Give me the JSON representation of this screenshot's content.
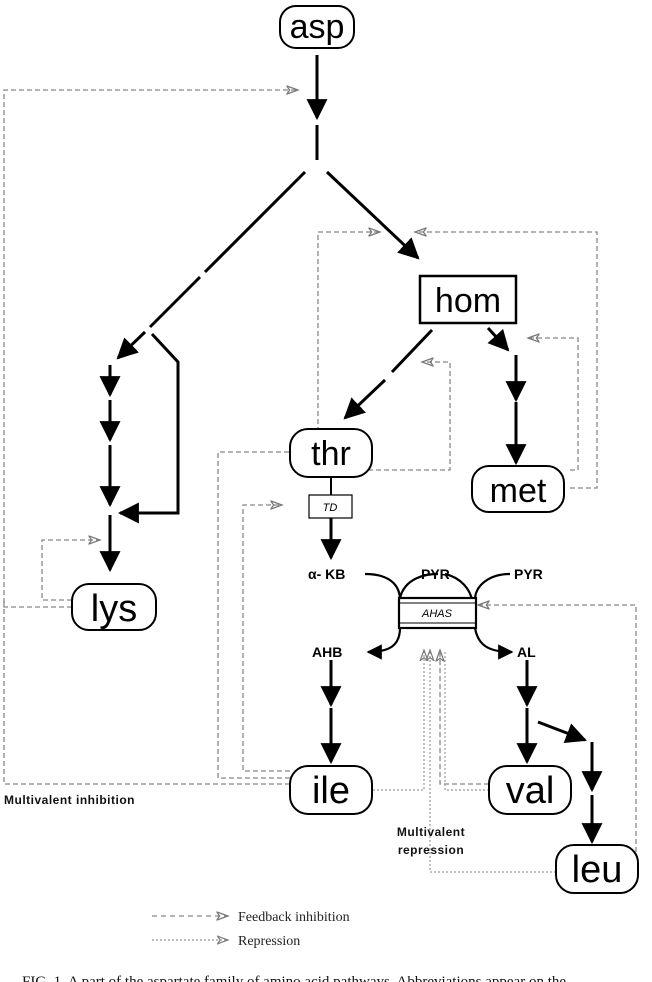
{
  "nodes": {
    "asp": "asp",
    "hom": "hom",
    "thr": "thr",
    "met": "met",
    "lys": "lys",
    "ile": "ile",
    "val": "val",
    "leu": "leu"
  },
  "intermediates": {
    "td": "TD",
    "akb": "α- KB",
    "pyr1": "PYR",
    "pyr2": "PYR",
    "ahas": "AHAS",
    "ahb": "AHB",
    "al": "AL"
  },
  "annotations": {
    "multivalent_inhibition": "Multivalent  inhibition",
    "multivalent_repression_line1": "Multivalent",
    "multivalent_repression_line2": "repression"
  },
  "legend": {
    "feedback": "Feedback inhibition",
    "repression": "Repression"
  },
  "caption": "FIG. 1.  A part of the aspartate family of amino acid pathways. Abbreviations appear on the"
}
